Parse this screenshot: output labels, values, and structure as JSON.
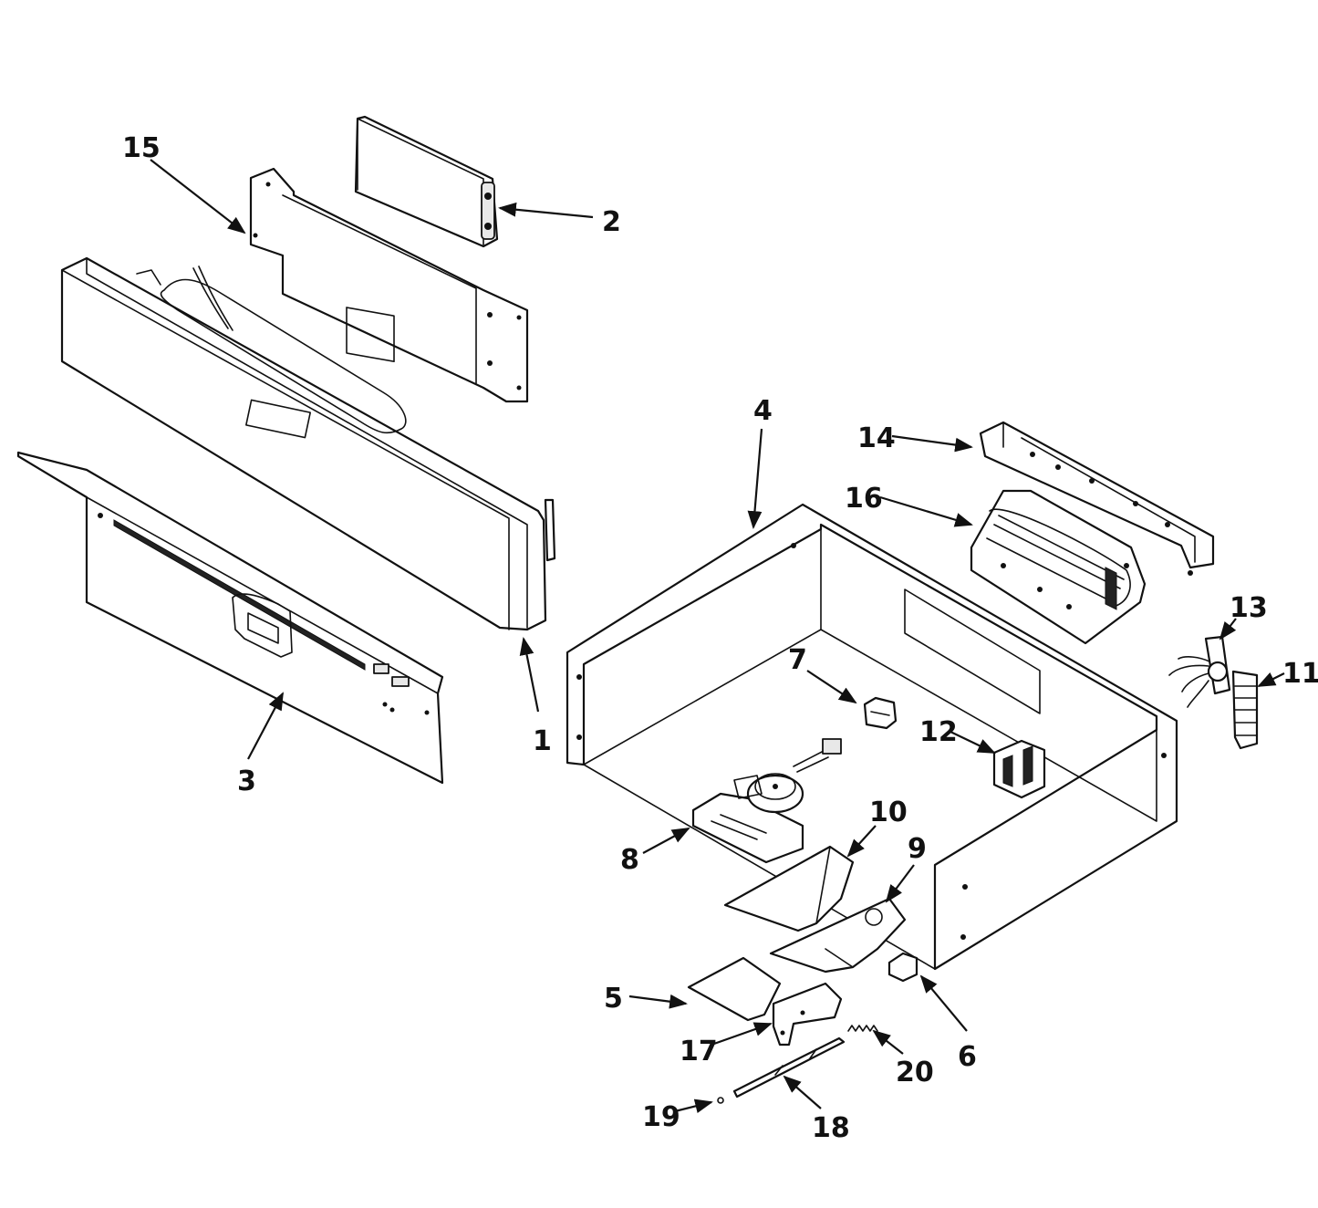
{
  "callouts": [
    {
      "id": "c1",
      "label": "1"
    },
    {
      "id": "c2",
      "label": "2"
    },
    {
      "id": "c3",
      "label": "3"
    },
    {
      "id": "c4",
      "label": "4"
    },
    {
      "id": "c5",
      "label": "5"
    },
    {
      "id": "c6",
      "label": "6"
    },
    {
      "id": "c7",
      "label": "7"
    },
    {
      "id": "c8",
      "label": "8"
    },
    {
      "id": "c9",
      "label": "9"
    },
    {
      "id": "c10",
      "label": "10"
    },
    {
      "id": "c11",
      "label": "11"
    },
    {
      "id": "c12",
      "label": "12"
    },
    {
      "id": "c13",
      "label": "13"
    },
    {
      "id": "c14",
      "label": "14"
    },
    {
      "id": "c15",
      "label": "15"
    },
    {
      "id": "c16",
      "label": "16"
    },
    {
      "id": "c17",
      "label": "17"
    },
    {
      "id": "c18",
      "label": "18"
    },
    {
      "id": "c19",
      "label": "19"
    },
    {
      "id": "c20",
      "label": "20"
    }
  ],
  "colors": {
    "line": "#111111",
    "background": "#ffffff"
  }
}
